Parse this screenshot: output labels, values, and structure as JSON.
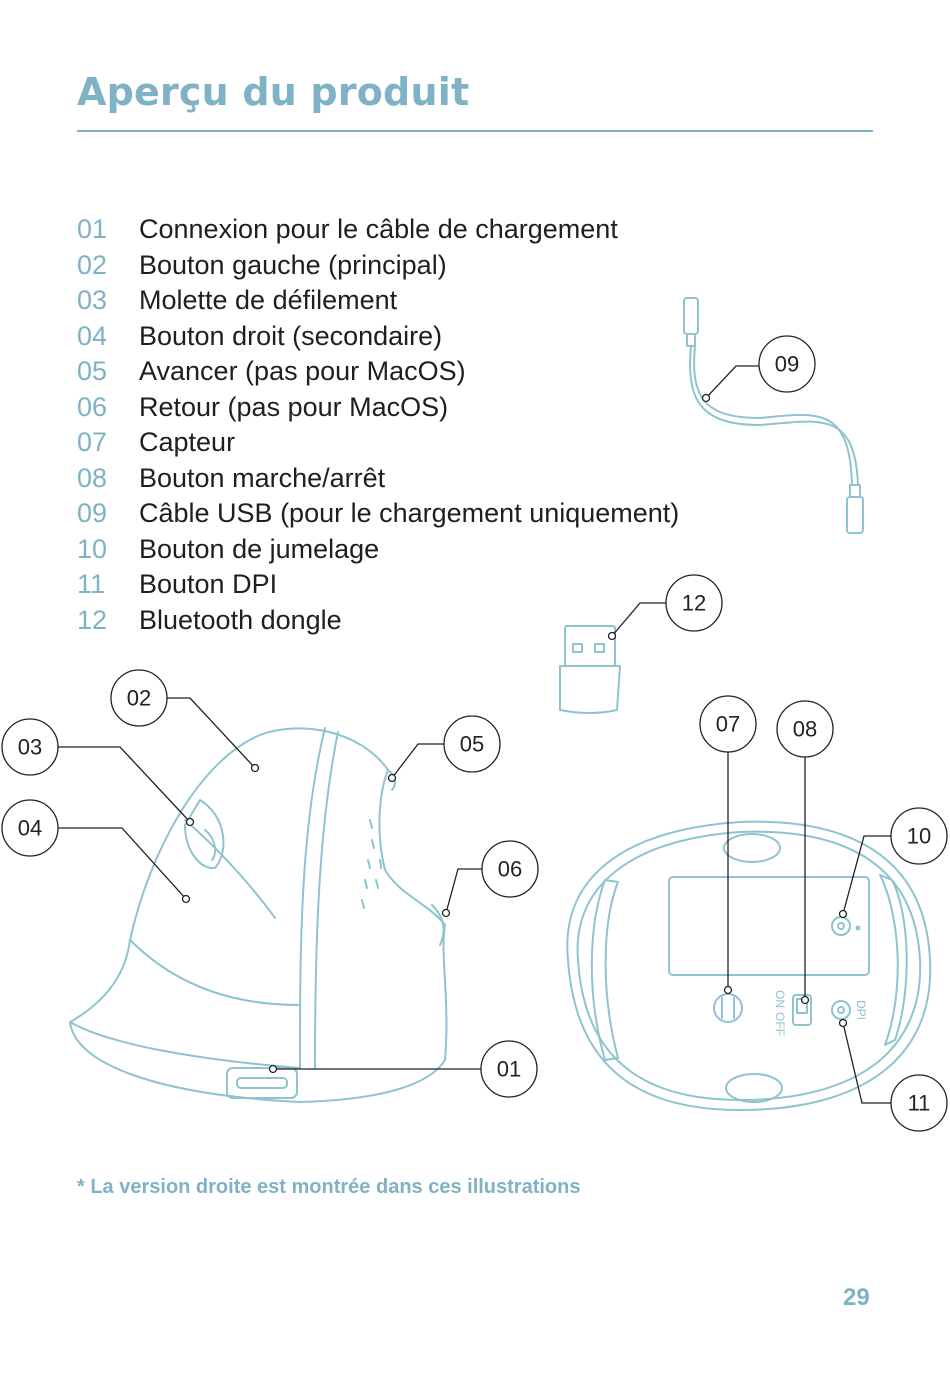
{
  "page": {
    "title": "Aperçu du produit",
    "note": "* La version droite est montrée dans ces illustrations",
    "page_number": "29"
  },
  "parts": [
    {
      "num": "01",
      "label": "Connexion pour le câble de chargement"
    },
    {
      "num": "02",
      "label": "Bouton gauche (principal)"
    },
    {
      "num": "03",
      "label": "Molette de défilement"
    },
    {
      "num": "04",
      "label": "Bouton droit (secondaire)"
    },
    {
      "num": "05",
      "label": "Avancer (pas pour MacOS)"
    },
    {
      "num": "06",
      "label": "Retour (pas pour MacOS)"
    },
    {
      "num": "07",
      "label": "Capteur"
    },
    {
      "num": "08",
      "label": "Bouton marche/arrêt"
    },
    {
      "num": "09",
      "label": "Câble USB (pour le chargement uniquement)"
    },
    {
      "num": "10",
      "label": "Bouton de jumelage"
    },
    {
      "num": "11",
      "label": "Bouton DPI"
    },
    {
      "num": "12",
      "label": "Bluetooth dongle"
    }
  ],
  "callouts": {
    "c01": "01",
    "c02": "02",
    "c03": "03",
    "c04": "04",
    "c05": "05",
    "c06": "06",
    "c07": "07",
    "c08": "08",
    "c09": "09",
    "c10": "10",
    "c11": "11",
    "c12": "12"
  },
  "bottom_labels": {
    "on": "ON",
    "off": "OFF",
    "dpi": "DPI"
  },
  "colors": {
    "accent": "#7fb2c5",
    "line_art": "#8ec3cf",
    "text": "#1f1f1f"
  }
}
